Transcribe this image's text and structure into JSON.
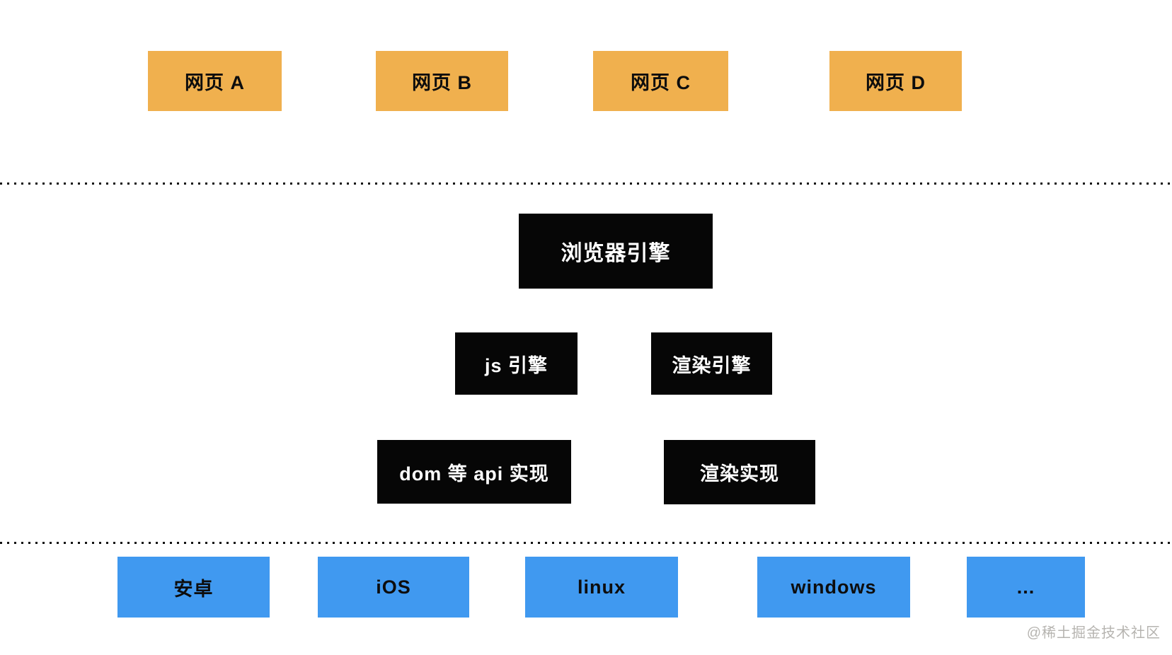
{
  "colors": {
    "bg": "#ffffff",
    "orange": "#F0B04E",
    "blue": "#4099F0",
    "black": "#060606",
    "white_text": "#ffffff",
    "dark_text": "#0d0d0d",
    "dot": "#111111",
    "watermark": "#b6b4b0"
  },
  "diagram": {
    "web_layer": {
      "items": [
        {
          "label": "网页 A"
        },
        {
          "label": "网页 B"
        },
        {
          "label": "网页 C"
        },
        {
          "label": "网页 D"
        }
      ]
    },
    "engine_layer": {
      "browser_engine": "浏览器引擎",
      "js_engine": "js 引擎",
      "render_engine": "渲染引擎",
      "dom_api_impl": "dom 等 api 实现",
      "render_impl": "渲染实现"
    },
    "os_layer": {
      "items": [
        {
          "label": "安卓"
        },
        {
          "label": "iOS"
        },
        {
          "label": "linux"
        },
        {
          "label": "windows"
        },
        {
          "label": "..."
        }
      ]
    },
    "watermark": "@稀土掘金技术社区"
  }
}
